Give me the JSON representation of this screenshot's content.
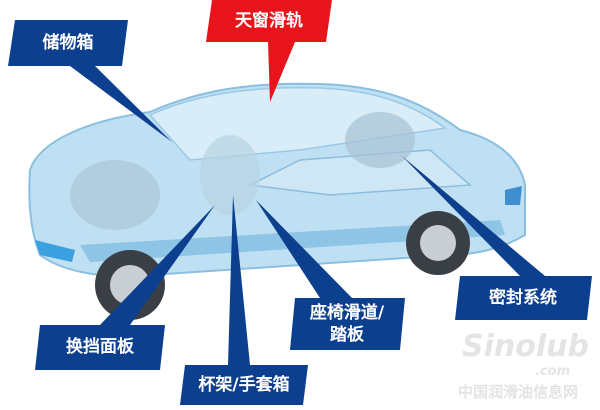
{
  "labels": {
    "storage_box": "储物箱",
    "sunroof_rail": "天窗滑轨",
    "shift_panel": "换挡面板",
    "cup_holder_glovebox": "杯架/手套箱",
    "seat_rail_pedal_line1": "座椅滑道/",
    "seat_rail_pedal_line2": "踏板",
    "sealing_system": "密封系统"
  },
  "watermark": {
    "logo": "Sinolub",
    "domain": ".com",
    "site": "中国润滑油信息网"
  },
  "colors": {
    "label_blue": "#0d3f8f",
    "label_red": "#e8141b",
    "car_body": "#a9d3ec"
  }
}
